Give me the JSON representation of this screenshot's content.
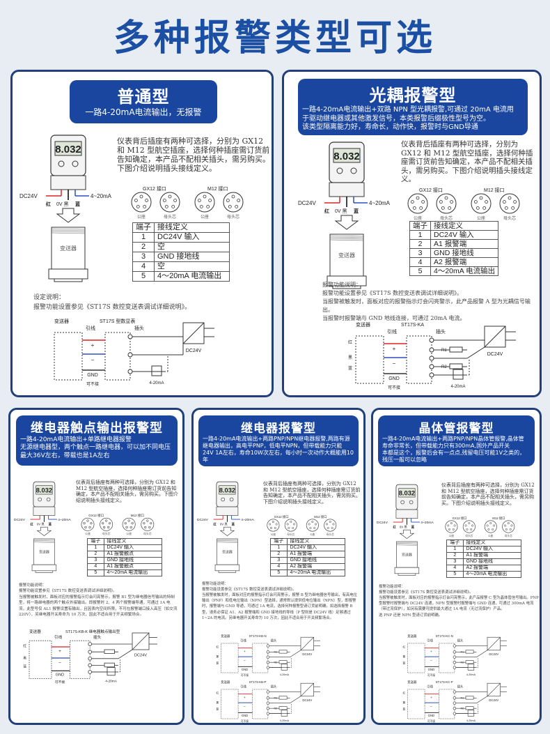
{
  "page_title": "多种报警类型可选",
  "colors": {
    "accent": "#1a46a0",
    "title": "#1b4fa3",
    "border": "#213f78",
    "wire_red": "#d22",
    "wire_blue": "#2a4fc0"
  },
  "device": {
    "display": "8.032",
    "power_label": "DC24V",
    "red": "红",
    "zero": "0V 黑",
    "blue": "蓝",
    "output": "4~20mA",
    "body": "变送器"
  },
  "connectors": {
    "gx12": "GX12 接口",
    "m12": "M12 接口",
    "male": "公座",
    "female": "母头芯"
  },
  "intro": "仪表背后插座有两种可选择，分别为 GX12 和 M12 型航空插座，选择何种插座需订货前告知确定，本产品不配相关插头，需另购买。下图介绍说明插头接线定义。",
  "table_header": [
    "端子",
    "接线定义"
  ],
  "schematic_common": {
    "transmitter": "变送器",
    "lead": "引线",
    "plug": "插头",
    "gnd": "GND",
    "optional": "可不接",
    "power": "DC24V",
    "meter": "4-20mA",
    "red": "红",
    "black": "黑",
    "blue": "蓝"
  },
  "panels": [
    {
      "title": "普通型",
      "desc": [
        "一路4-20mA电流输出，无报警"
      ],
      "rows": [
        [
          "1",
          "DC24V 输入"
        ],
        [
          "2",
          "空"
        ],
        [
          "3",
          "GND 接地线"
        ],
        [
          "4",
          "空"
        ],
        [
          "5",
          "4～20mA 电流输出"
        ]
      ],
      "notes": [
        "设定说明：",
        "报警功能设置参见《ST17S 数控变送表调试详细说明》。"
      ],
      "schematics": [
        {
          "model": "ST17S 型数显表",
          "kind": "basic"
        }
      ]
    },
    {
      "title": "光耦报警型",
      "desc": [
        "一路4-20mA电流输出+双路 NPN 型光耦报警,可通过 20mA 电流用",
        "于驱动继电器或其他激发信号，本类报警后缀极性型号为空。",
        "该类型隔离能力好，寿命长，动作快，报警时与GND导通"
      ],
      "rows": [
        [
          "1",
          "DC24V 输入"
        ],
        [
          "2",
          "A1 报警端"
        ],
        [
          "3",
          "GND 接地线"
        ],
        [
          "4",
          "A2 报警端"
        ],
        [
          "5",
          "4～20mA 电流输出"
        ]
      ],
      "notes": [
        "报警功能说明：",
        "报警功能设置参见《ST17S 数控变送表调试详细说明》。",
        "当报警被触发时，面板对应的报警指示灯会闪亮警示，此产品报警 A 型为光耦信号输出。",
        "当报警时报警端与 GND 地线连接，可通过 20mA 电流。"
      ],
      "schematics": [
        {
          "model": "ST17S-KA",
          "kind": "alarm",
          "r1": "R1",
          "r2": "R2"
        }
      ]
    },
    {
      "title": "继电器触点输出报警型",
      "desc": [
        "一路4-20mA电流输出+单路继电器报警",
        "无源继电器型，两个触点一路继电器，可以加不同电压",
        "最大36V左右，带载也是1A左右"
      ],
      "rows": [
        [
          "1",
          "DC24V 输入"
        ],
        [
          "2",
          "A1 报警触点"
        ],
        [
          "3",
          "GND 接地线"
        ],
        [
          "4",
          "A1 报警触点"
        ],
        [
          "5",
          "4～20mA 电流输出"
        ]
      ],
      "notes": [
        "报警功能说明：",
        "报警功能设置参见《ST17S 数控变送表调试详细说明》。",
        "当报警被触发时，面板对应的报警指示灯会闪亮警示，报警 B1 型为继电器信号输出的特制型，将一路继电器的两个触点外接输出。即报警时 2、4 两个报警端导通，可通过 1A 电流，此型号仅 AL1 报警设置有输出，且因表内空间所限，不可在报警端口接入高压（如交流 220V），另继电器开关寿命为 10 万次，因此不适合用于开关频繁场合。"
      ],
      "schematics": [
        {
          "model": "ST17S-KB-K 继电器触点输出型",
          "kind": "relay"
        }
      ]
    },
    {
      "title": "继电器报警型",
      "desc": [
        "一路4-20mA电流输出+两路PNP/NPN继电器报警,两路有源",
        "继电器输出，高电平PNP，低电平NPN，但带载能力只能",
        "24V  1A左右，寿命10W次左右，每小时一次动作大概能用10年"
      ],
      "rows": [
        [
          "1",
          "DC24V 输入"
        ],
        [
          "2",
          "A1 报警端"
        ],
        [
          "3",
          "GND 接地线"
        ],
        [
          "4",
          "A2 报警端"
        ],
        [
          "5",
          "4～20mA 电流输出"
        ]
      ],
      "notes": [
        "报警功能说明：",
        "报警功能设置参见《ST17S 数控变送表调试详细说明》。",
        "当报警被触发时，面板对应的报警指示灯会闪亮警示，报警 B 型为继电器信号输出，有高电位输出（PNP）和低电位输出（NPN）型选择，通常默认提供低电位输出（NPN）型，即报警时，报警端与 GND 导通，可通过 1A 电流，选择何种报警型请订货前明确。如选择报警 B 型，请务必保证 A1、A2 报警端和 GND 接地线的导线（P 型则是 DC24V 线）足够通过 1~2A 的电流。另继电器开关寿命为 10 万次，因此不适合用于开关频繁场合。"
      ],
      "schematics": [
        {
          "model": "ST17S-KB-N",
          "kind": "alarm",
          "r1": "R1",
          "r2": "R2"
        },
        {
          "model": "ST17S-KB-P",
          "kind": "alarm",
          "r1": "R1",
          "r2": "R2"
        }
      ]
    },
    {
      "title": "晶体管报警型",
      "desc": [
        "一路4-20mA电流输出+两路PNP/NPN晶体管报警,晶体管",
        "寿命非常长，但带载能力只有300mA,国外产品开关",
        "本都是这个，报警后会有一点点,残留电压可能1V之类的，",
        "残压一般可以忽略"
      ],
      "rows": [
        [
          "1",
          "DC24V 输入"
        ],
        [
          "2",
          "A1 报警端"
        ],
        [
          "3",
          "GND 接地线"
        ],
        [
          "4",
          "A2 报警端"
        ],
        [
          "5",
          "4～20mA 电流输出"
        ]
      ],
      "notes": [
        "报警功能说明：",
        "报警功能设置参见《ST17S 数控变送表调试详细说明》。",
        "当报警被触发时，面板对应的报警指示灯会闪亮警示，此产品报警 C 型为晶体管信号输出。PNP 型报警时报警端与 DC24V 连通，NPN 型报警时报警端与 GND 连通，可通过 300mA 电流（带过流保护），如另有需要可提供最大通过 1A 电流（无过流保护）产品。",
        "选 PNP 还是 NPN 型请订货前明确。"
      ],
      "schematics": [
        {
          "model": "ST17S-KC-N",
          "kind": "alarm",
          "r1": "R1",
          "r2": "R2"
        },
        {
          "model": "ST17S-KC-P",
          "kind": "alarm",
          "r1": "R1",
          "r2": "R2"
        }
      ]
    }
  ]
}
